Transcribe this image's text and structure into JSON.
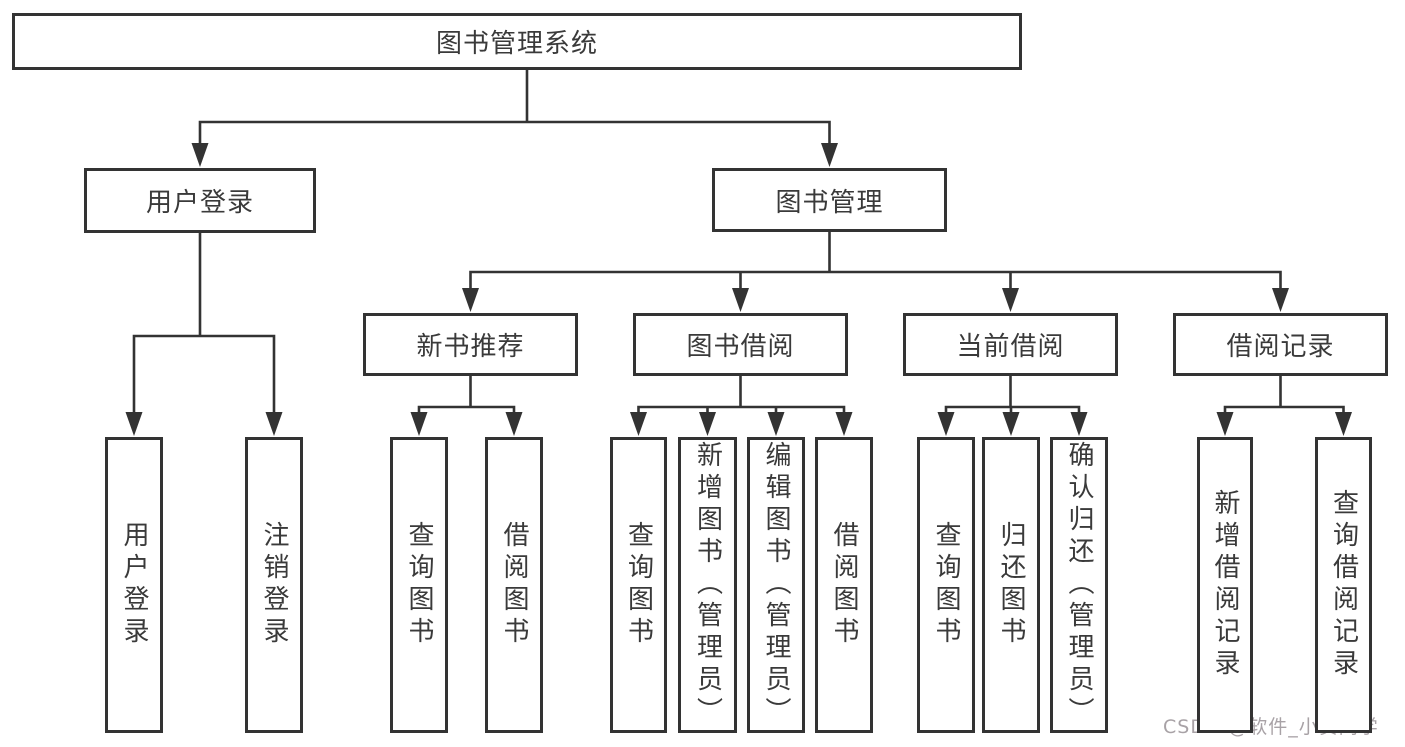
{
  "diagram": {
    "title": "图书管理系统",
    "watermark": "CSDN @软件_小贺同学",
    "colors": {
      "line": "#333333",
      "box_border": "#333333",
      "text": "#3a3a3a",
      "background": "#ffffff",
      "watermark": "#a8a2a6"
    },
    "nodes": [
      {
        "id": "root",
        "label": "图书管理系统",
        "level": 1,
        "parent": null
      },
      {
        "id": "user-login",
        "label": "用户登录",
        "level": 2,
        "parent": "root"
      },
      {
        "id": "book-mgmt",
        "label": "图书管理",
        "level": 2,
        "parent": "root"
      },
      {
        "id": "new-book-rec",
        "label": "新书推荐",
        "level": 3,
        "parent": "book-mgmt"
      },
      {
        "id": "book-borrow",
        "label": "图书借阅",
        "level": 3,
        "parent": "book-mgmt"
      },
      {
        "id": "current-borrow",
        "label": "当前借阅",
        "level": 3,
        "parent": "book-mgmt"
      },
      {
        "id": "borrow-record",
        "label": "借阅记录",
        "level": 3,
        "parent": "book-mgmt"
      },
      {
        "id": "login",
        "label": "用户登录",
        "level": 4,
        "parent": "user-login"
      },
      {
        "id": "logout",
        "label": "注销登录",
        "level": 4,
        "parent": "user-login"
      },
      {
        "id": "rec-query",
        "label": "查询图书",
        "level": 4,
        "parent": "new-book-rec"
      },
      {
        "id": "rec-borrow",
        "label": "借阅图书",
        "level": 4,
        "parent": "new-book-rec"
      },
      {
        "id": "bb-query",
        "label": "查询图书",
        "level": 4,
        "parent": "book-borrow"
      },
      {
        "id": "bb-add",
        "label": "新增图书（管理员）",
        "level": 4,
        "parent": "book-borrow"
      },
      {
        "id": "bb-edit",
        "label": "编辑图书（管理员）",
        "level": 4,
        "parent": "book-borrow"
      },
      {
        "id": "bb-borrow",
        "label": "借阅图书",
        "level": 4,
        "parent": "book-borrow"
      },
      {
        "id": "cb-query",
        "label": "查询图书",
        "level": 4,
        "parent": "current-borrow"
      },
      {
        "id": "cb-return",
        "label": "归还图书",
        "level": 4,
        "parent": "current-borrow"
      },
      {
        "id": "cb-confirm",
        "label": "确认归还（管理员）",
        "level": 4,
        "parent": "current-borrow"
      },
      {
        "id": "br-add",
        "label": "新增借阅记录",
        "level": 4,
        "parent": "borrow-record"
      },
      {
        "id": "br-query",
        "label": "查询借阅记录",
        "level": 4,
        "parent": "borrow-record"
      }
    ]
  }
}
